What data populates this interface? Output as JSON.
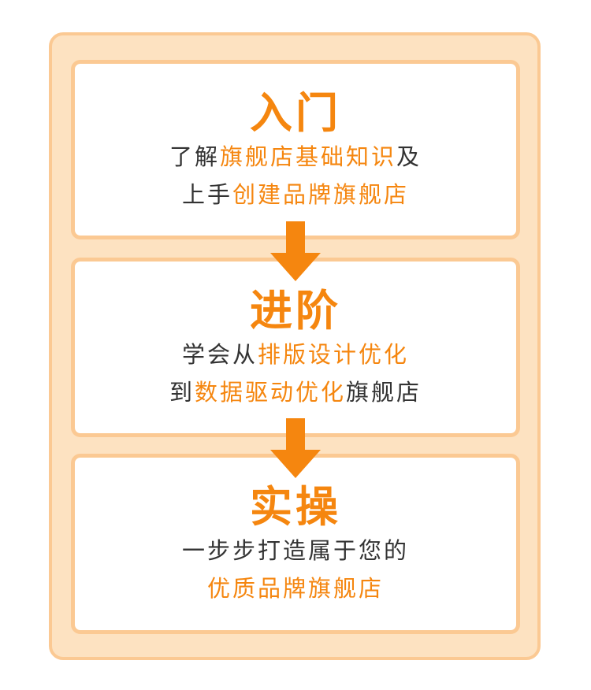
{
  "colors": {
    "accent": "#f5860f",
    "panel_bg": "#fde2c1",
    "panel_border": "#fbc993",
    "text": "#333333"
  },
  "steps": [
    {
      "title": "入门",
      "line1": {
        "a": "了解",
        "b": "旗舰店基础知识",
        "c": "及"
      },
      "line2": {
        "a": "上手",
        "b": "创建品牌旗舰店"
      }
    },
    {
      "title": "进阶",
      "line1": {
        "a": "学会从",
        "b": "排版设计优化"
      },
      "line2": {
        "a": "到",
        "b": "数据驱动优化",
        "c": "旗舰店"
      }
    },
    {
      "title": "实操",
      "line1": {
        "a": "一步步打造属于您的"
      },
      "line2": {
        "b": "优质品牌旗舰店"
      }
    }
  ],
  "arrows": [
    "arrow-down-icon",
    "arrow-down-icon"
  ]
}
